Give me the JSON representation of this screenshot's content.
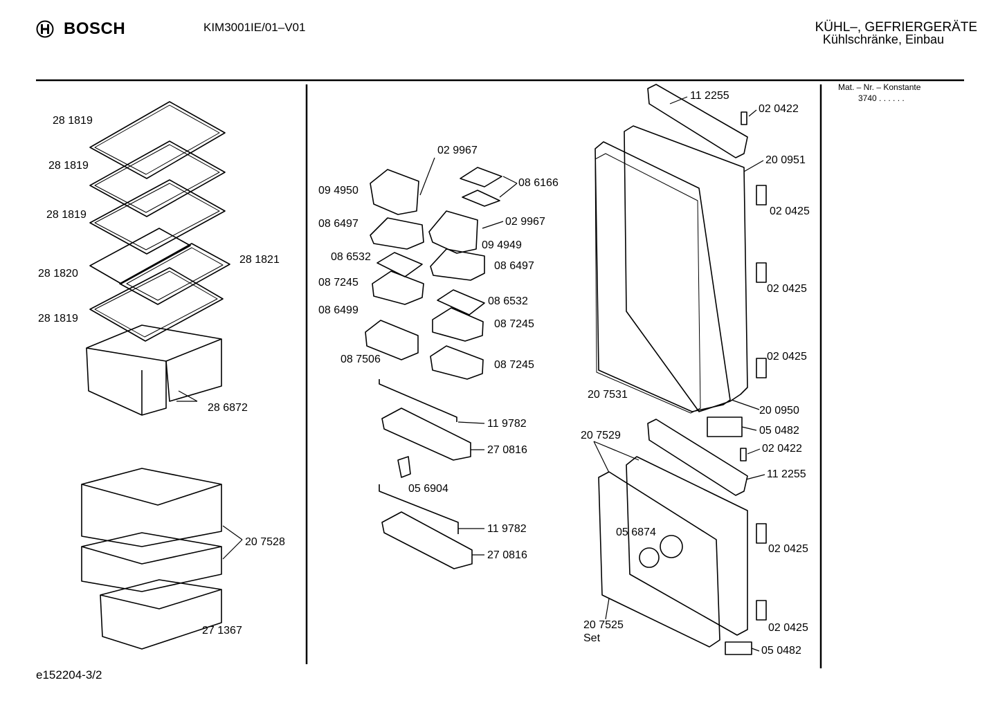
{
  "header": {
    "brand": "BOSCH",
    "model": "KIM3001IE/01–V01",
    "category_line1": "KÜHL–, GEFRIERGERÄTE",
    "category_line2": "Kühlschränke, Einbau",
    "mat_nr_label": "Mat. – Nr. – Konstante",
    "konstante": "3740 . . . . . ."
  },
  "footer": {
    "code": "e152204-3/2"
  },
  "labels": {
    "p281819a": "28 1819",
    "p281819b": "28 1819",
    "p281819c": "28 1819",
    "p281820": "28 1820",
    "p281821": "28 1821",
    "p281819d": "28 1819",
    "p286872": "28 6872",
    "p207528": "20 7528",
    "p271367": "27 1367",
    "p029967a": "02 9967",
    "p094950": "09 4950",
    "p086166": "08 6166",
    "p086497a": "08 6497",
    "p029967b": "02 9967",
    "p094949": "09 4949",
    "p086532a": "08 6532",
    "p086497b": "08 6497",
    "p087245a": "08 7245",
    "p086532b": "08 6532",
    "p086499": "08 6499",
    "p087245b": "08 7245",
    "p087506": "08 7506",
    "p087245c": "08 7245",
    "p119782a": "11 9782",
    "p270816a": "27 0816",
    "p056904": "05 6904",
    "p119782b": "11 9782",
    "p270816b": "27 0816",
    "p112255a": "11 2255",
    "p020422a": "02 0422",
    "p200951": "20 0951",
    "p020425a": "02 0425",
    "p020425b": "02 0425",
    "p020425c": "02 0425",
    "p207531": "20 7531",
    "p200950": "20 0950",
    "p050482a": "05 0482",
    "p207529": "20 7529",
    "p020422b": "02 0422",
    "p112255b": "11 2255",
    "p056874": "05 6874",
    "p020425d": "02 0425",
    "p020425e": "02 0425",
    "p207525": "20 7525",
    "set": "Set",
    "p050482b": "05 0482"
  }
}
